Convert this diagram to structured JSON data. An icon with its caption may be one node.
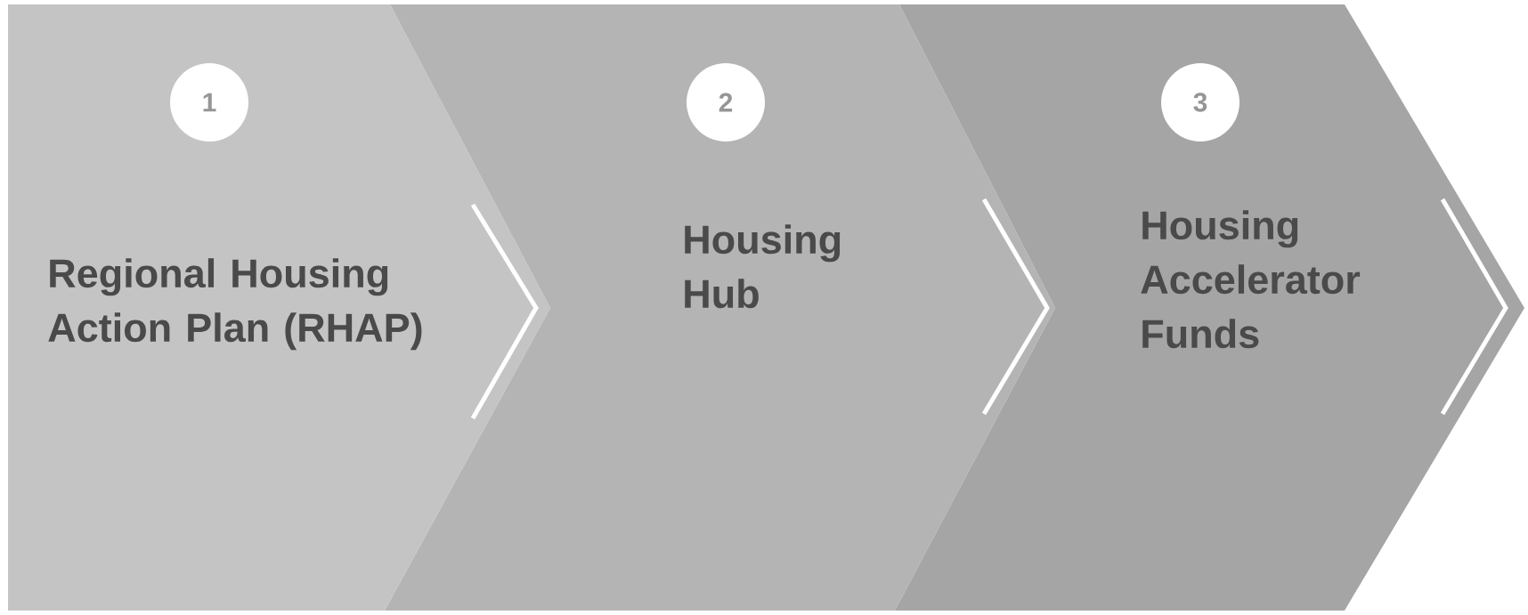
{
  "diagram": {
    "nodes": [
      {
        "text": [
          "Regional Housing Action Plan (RHAP)"
        ]
      },
      {
        "text": [
          "Housing Hub"
        ]
      },
      {
        "text": [
          "Housing Accelerator Funds"
        ]
      },
      {
        "text": [
          "1"
        ],
        "in": 0
      },
      {
        "text": [
          "2"
        ],
        "in": 1
      },
      {
        "text": [
          "3"
        ],
        "in": 2
      }
    ],
    "edges": []
  }
}
